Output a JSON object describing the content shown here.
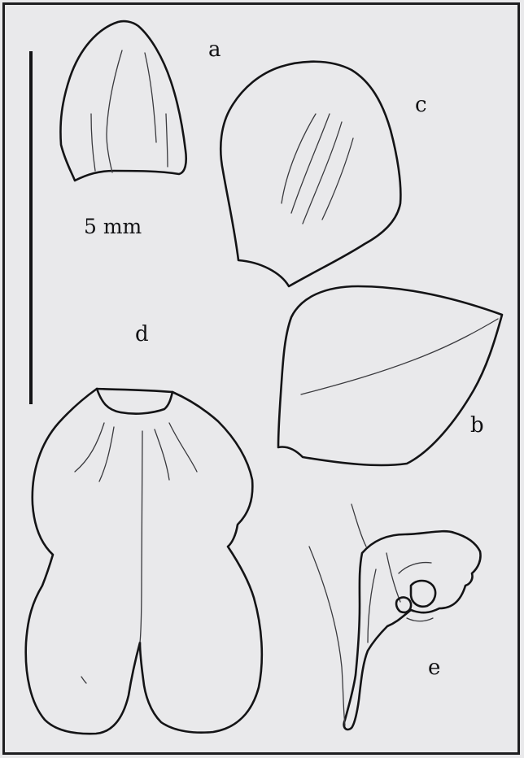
{
  "figure": {
    "scale_label": "5 mm",
    "labels": {
      "a": "a",
      "b": "b",
      "c": "c",
      "d": "d",
      "e": "e"
    }
  },
  "colors": {
    "background": "#e9e9eb",
    "ink": "#141416",
    "frame": "#1e1e20"
  }
}
